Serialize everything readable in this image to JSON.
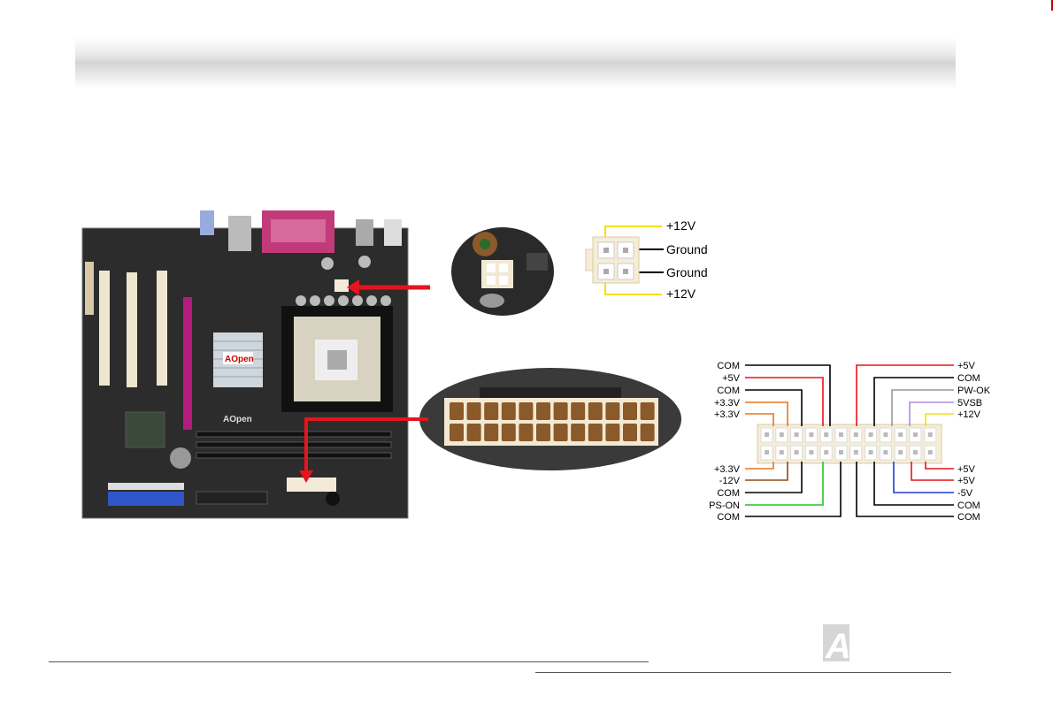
{
  "banner": {
    "title": ""
  },
  "board": {
    "brand": "AOpen"
  },
  "atx12v": {
    "pins": [
      "+12V",
      "Ground",
      "Ground",
      "+12V"
    ]
  },
  "atx24": {
    "left_pins": [
      "COM",
      "+5V",
      "COM",
      "+3.3V",
      "+3.3V",
      "+3.3V",
      "-12V",
      "COM",
      "PS-ON",
      "COM"
    ],
    "right_pins": [
      "+5V",
      "COM",
      "PW-OK",
      "5VSB",
      "+12V",
      "+5V",
      "+5V",
      "-5V",
      "COM",
      "COM"
    ]
  },
  "footer": {
    "logo_text": "AOpen"
  },
  "colors": {
    "arrow": "#e8141c",
    "wire_red": "#e8141c",
    "wire_orange": "#e87722",
    "wire_yellow": "#f5e200",
    "wire_green": "#22c322",
    "wire_blue": "#1e3bd6",
    "wire_purple": "#b08be0",
    "wire_brown": "#8b4a1a"
  }
}
